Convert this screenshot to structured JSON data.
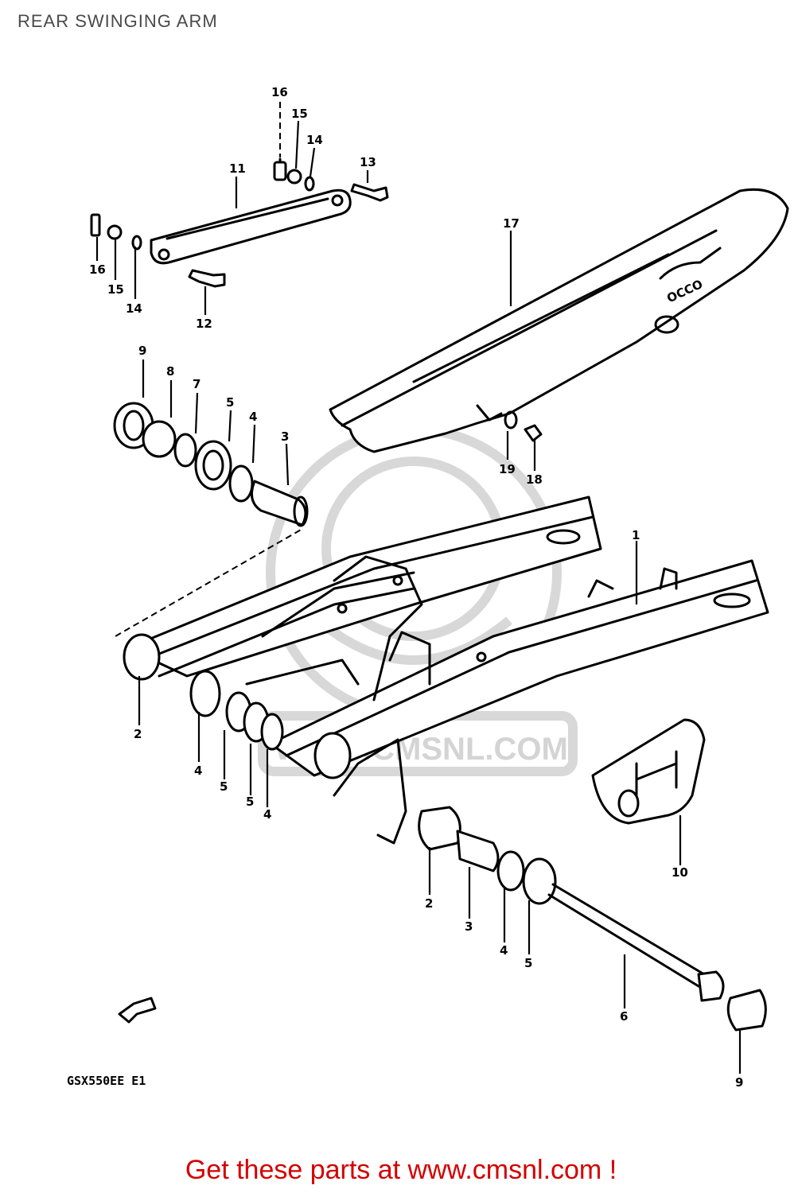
{
  "page": {
    "title": "REAR SWINGING ARM"
  },
  "diagram": {
    "model_label": "GSX550EE E1",
    "watermark": "WWW.CMSNL.COM",
    "callouts": [
      "16",
      "15",
      "14",
      "11",
      "13",
      "17",
      "16",
      "15",
      "14",
      "12",
      "9",
      "8",
      "7",
      "5",
      "4",
      "3",
      "19",
      "18",
      "1",
      "2",
      "4",
      "5",
      "5",
      "4",
      "10",
      "2",
      "3",
      "4",
      "5",
      "6",
      "9"
    ]
  },
  "footer": {
    "link_text": "Get these parts at www.cmsnl.com !"
  }
}
